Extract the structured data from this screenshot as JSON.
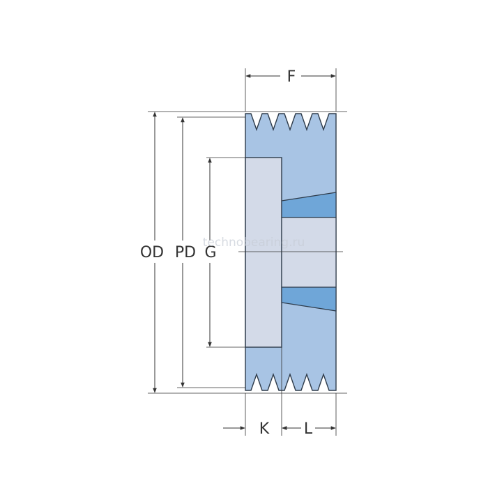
{
  "labels": {
    "F": "F",
    "OD": "OD",
    "PD": "PD",
    "G": "G",
    "K": "K",
    "L": "L"
  },
  "watermark": "technobearing.ru",
  "colors": {
    "hub_body": "#a8c4e4",
    "bore": "#d3dae8",
    "taper_bush": "#d3dae8",
    "keyway_taper": "#6fa6d8",
    "outline": "#2e3b4a",
    "dimension_line": "#333333"
  }
}
